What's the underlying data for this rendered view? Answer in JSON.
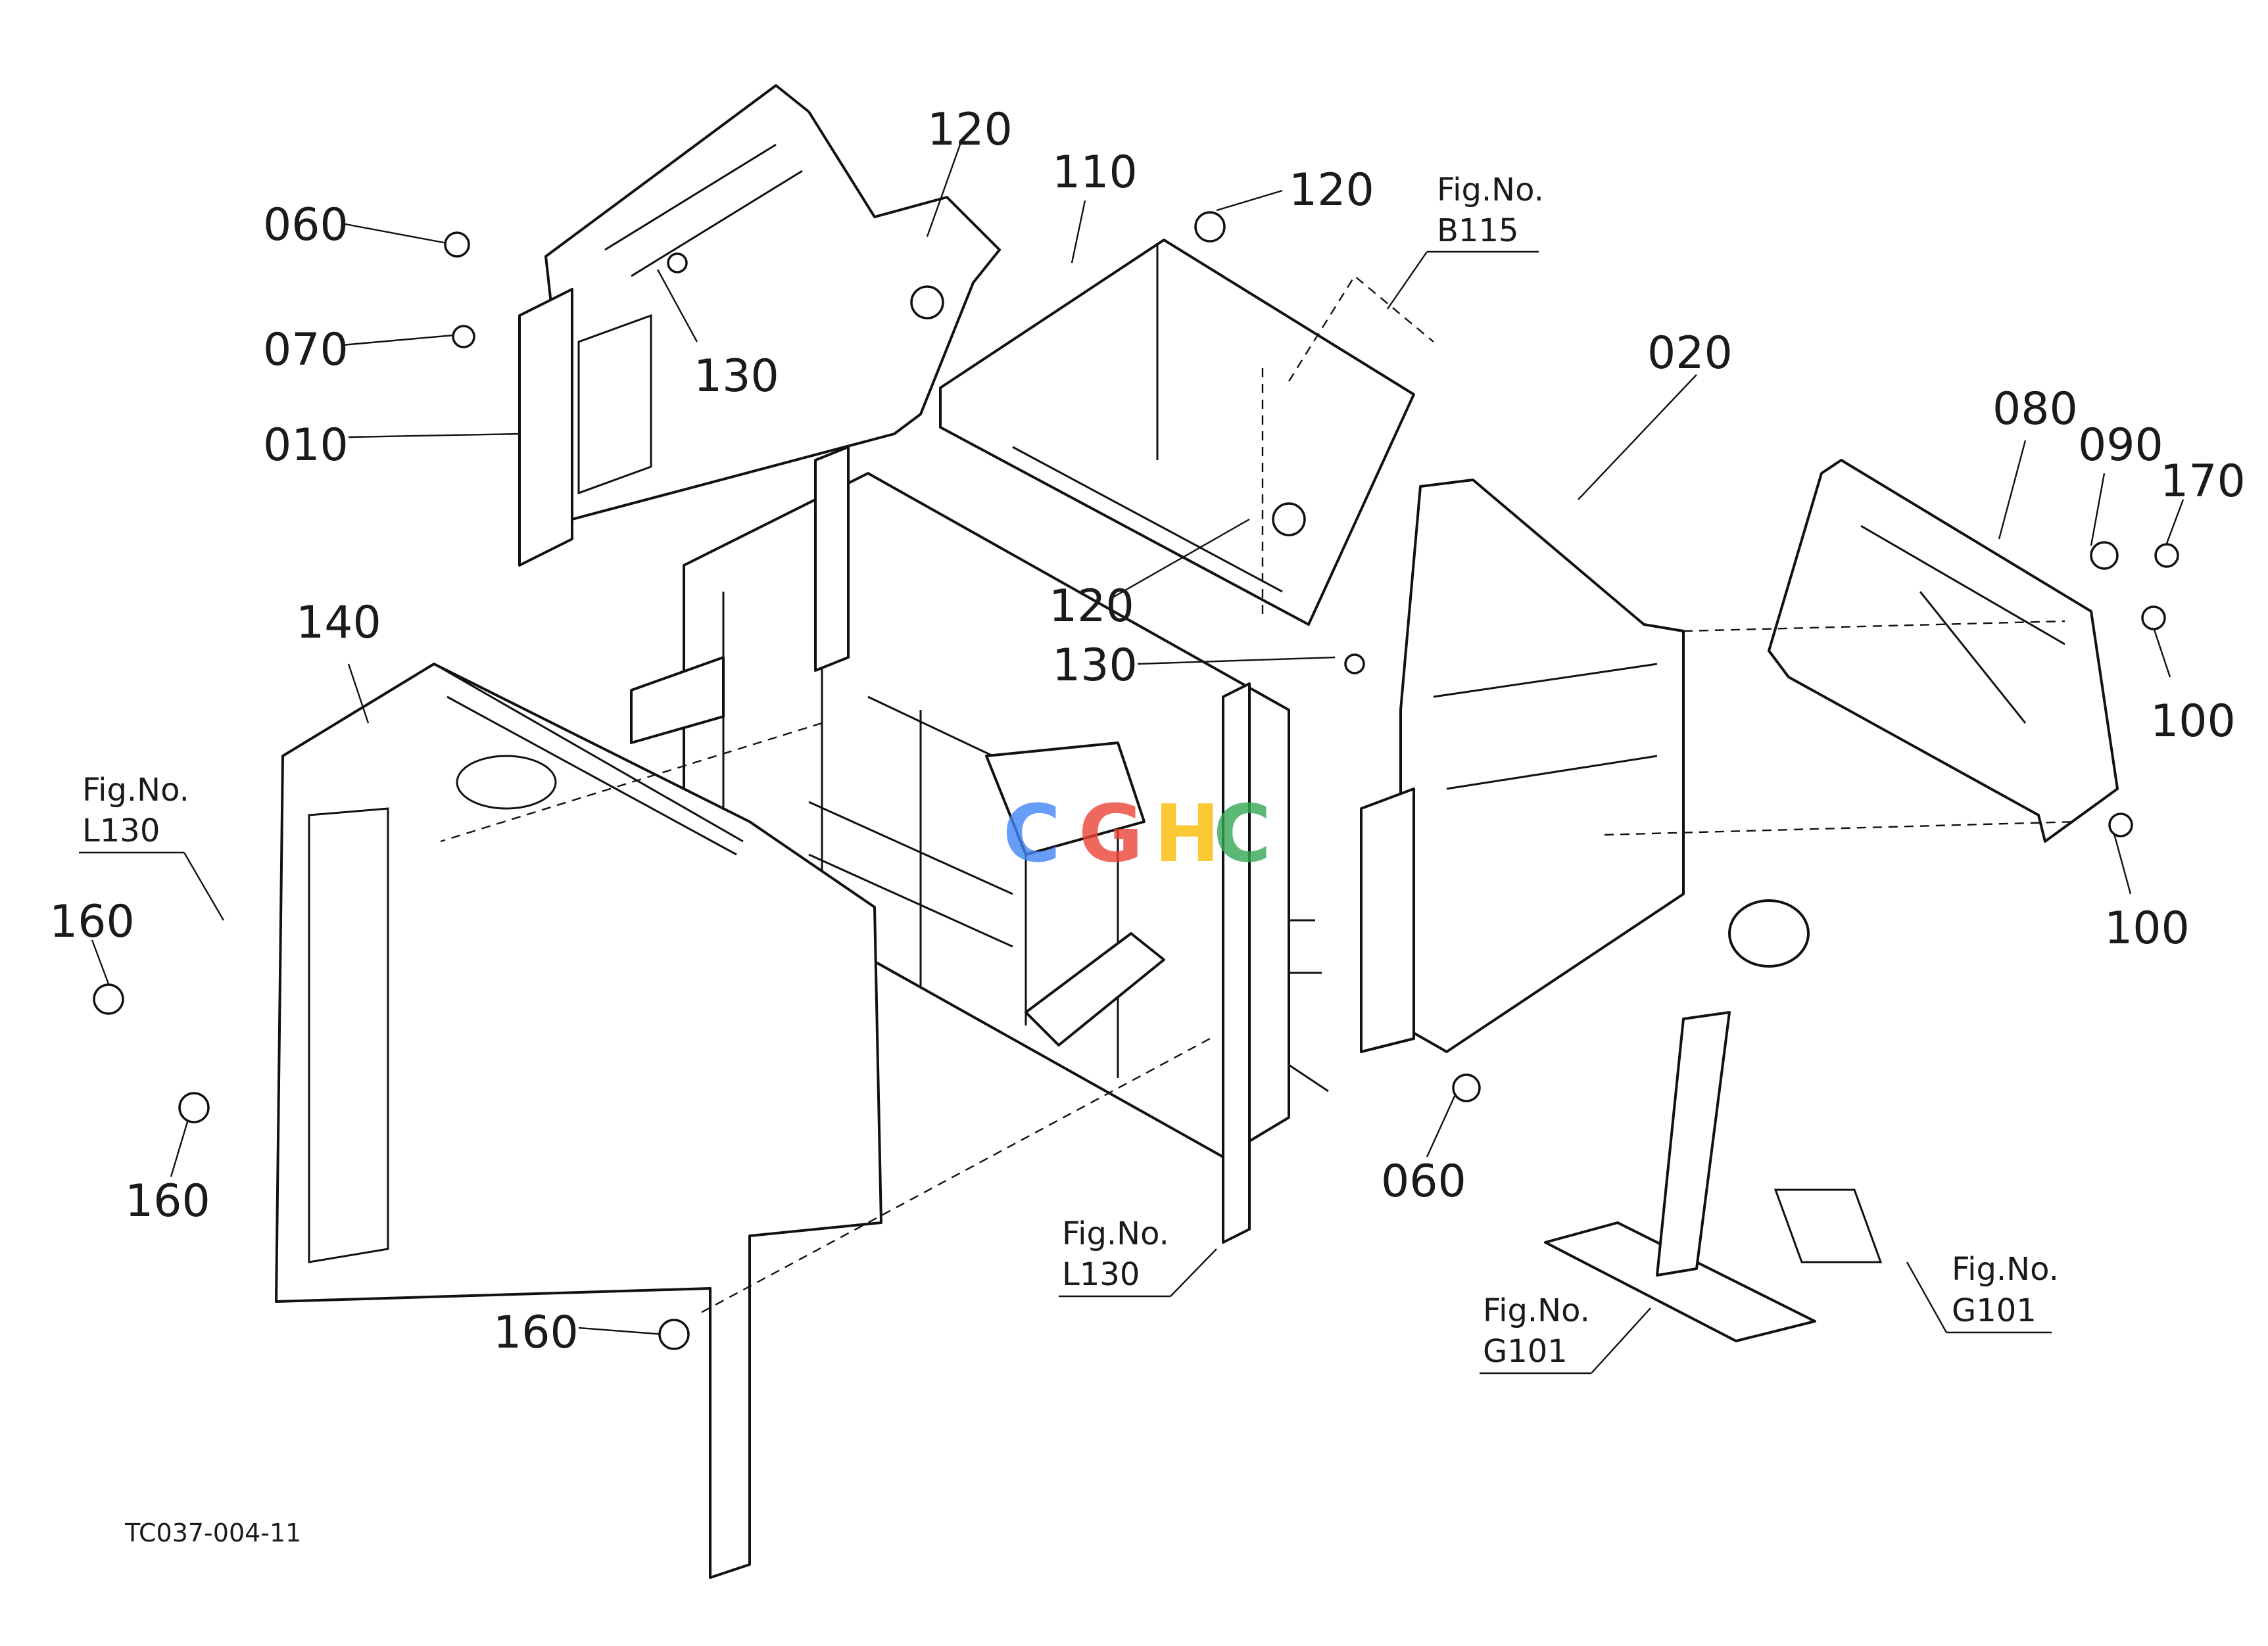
{
  "callouts": {
    "p010": "010",
    "p020": "020",
    "p060_top": "060",
    "p060_bottom": "060",
    "p070": "070",
    "p080": "080",
    "p090": "090",
    "p100_upper": "100",
    "p100_lower": "100",
    "p110": "110",
    "p120_top_left": "120",
    "p120_top_right": "120",
    "p120_middle": "120",
    "p130_left": "130",
    "p130_middle": "130",
    "p140": "140",
    "p160_left_upper": "160",
    "p160_left_lower": "160",
    "p160_bottom": "160",
    "p170": "170"
  },
  "references": {
    "fig_label": "Fig.No.",
    "b115": "B115",
    "l130_left": "L130",
    "l130_center": "L130",
    "g101_bottom": "G101",
    "g101_right": "G101"
  },
  "drawing_code": "TC037-004-11",
  "watermark": {
    "letters": [
      "C",
      "G",
      "H",
      "C"
    ],
    "colors": [
      "#4285F4",
      "#EA4335",
      "#FBBC05",
      "#34A853"
    ]
  }
}
